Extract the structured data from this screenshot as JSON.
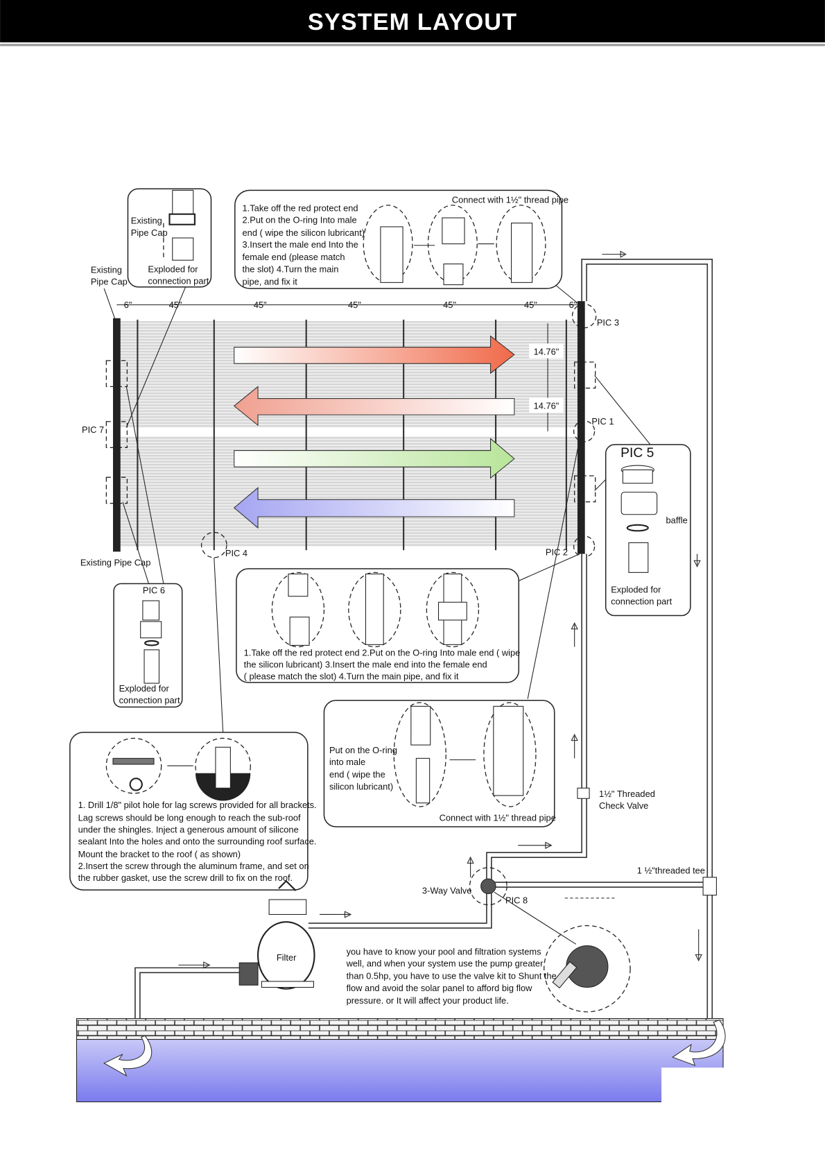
{
  "header": {
    "title": "SYSTEM LAYOUT"
  },
  "dimensions": {
    "top": [
      "6\"",
      "45\"",
      "45\"",
      "45\"",
      "45\"",
      "45\"",
      "6\""
    ],
    "spacing": [
      "14.76\"",
      "14.76\""
    ]
  },
  "labels": {
    "existing_pipe_cap_left": [
      "Existing",
      "Pipe Cap"
    ],
    "existing_pipe_cap_box": [
      "Existing",
      "Pipe Cap"
    ],
    "exploded_top": [
      "Exploded for",
      "connection part"
    ],
    "existing_pipe_cap_bottom": "Existing Pipe Cap",
    "pic1": "PIC 1",
    "pic2": "PIC 2",
    "pic3": "PIC 3",
    "pic4": "PIC 4",
    "pic5": "PIC 5",
    "pic6": "PIC 6",
    "pic7": "PIC 7",
    "pic8": "PIC 8",
    "baffle": "baffle",
    "exploded_pic5": [
      "Exploded for",
      "connection part"
    ],
    "exploded_pic6": [
      "Exploded for",
      "connection part"
    ],
    "check_valve": [
      "1½\" Threaded",
      "Check Valve"
    ],
    "tee": "1 ½\"threaded tee",
    "three_way_valve": "3-Way Valve",
    "filter": "Filter"
  },
  "callouts": {
    "top": {
      "heading": "Connect with 1½\" thread pipe",
      "lines": [
        "1.Take off the red protect end",
        "2.Put on the O-ring Into male",
        "end ( wipe the silicon lubricant)",
        "3.Insert the male end Into the",
        "female end  (please match",
        "the slot)  4.Turn the main",
        "pipe, and fix it"
      ]
    },
    "middle": {
      "lines": [
        "1.Take off the red protect end 2.Put on the O-ring Into male end ( wipe",
        "the silicon lubricant)  3.Insert the male end into the female end",
        "( please match the slot)  4.Turn the main pipe, and fix it"
      ]
    },
    "oring": {
      "lines": [
        "Put on the O-ring",
        "into male",
        "end ( wipe the",
        "silicon lubricant)"
      ],
      "footer": "Connect with 1½\" thread pipe"
    },
    "mounting": {
      "lines": [
        "1. Drill 1/8\" pilot hole for lag screws provided for all brackets.",
        "Lag screws should be long enough to reach the sub-roof",
        "under the shingles. Inject a generous amount of silicone",
        "sealant Into the holes and onto the surrounding roof surface.",
        "Mount the bracket to the roof  ( as shown)",
        "2.Insert the screw through the aluminum frame, and set on",
        "the rubber gasket, use the screw drill to fix on the roof."
      ]
    },
    "valve_note": {
      "lines": [
        "you have to know your pool and filtration systems",
        "well, and when your system use the pump greater",
        "than 0.5hp, you have to use the valve kit to Shunt the",
        "flow and avoid the solar panel to afford big flow",
        "pressure. or It will affect your product life."
      ]
    }
  },
  "colors": {
    "header_bg": "#000000",
    "arrow_red": "#f06a4a",
    "arrow_pink": "#f4a9a0",
    "arrow_green": "#bfe7a0",
    "arrow_blue": "#a9a9f2",
    "water": "#8a8af0",
    "panel_tubes": "#d8d8d8"
  }
}
